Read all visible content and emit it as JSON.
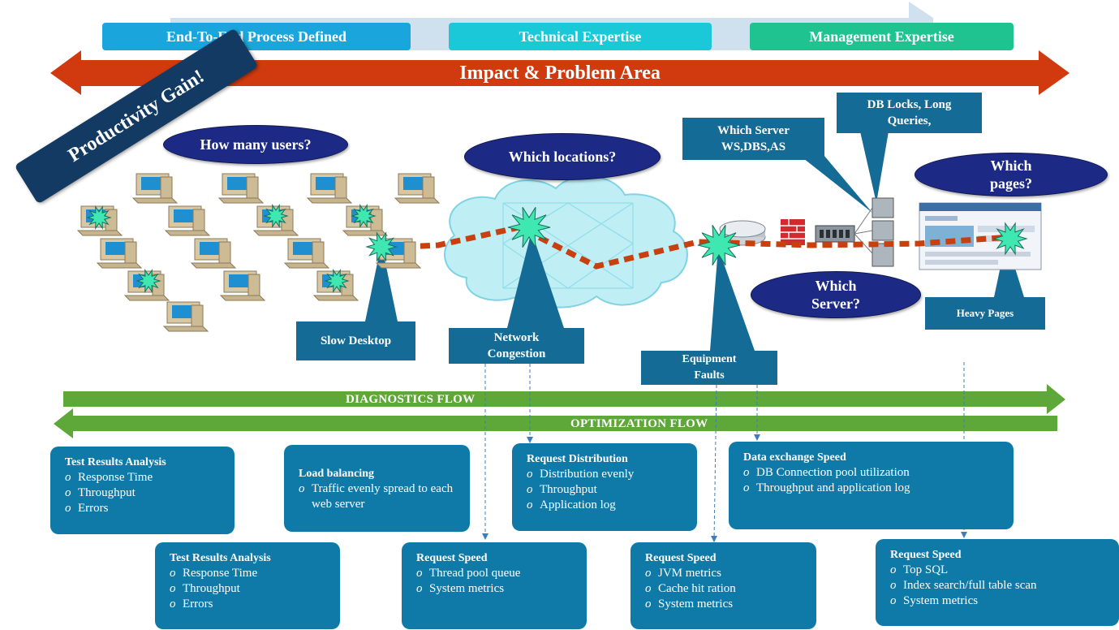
{
  "top_pills": [
    {
      "label": "End-To-End  Process Defined",
      "color": "#1aa6dc"
    },
    {
      "label": "Technical Expertise",
      "color": "#1bc8d8"
    },
    {
      "label": "Management Expertise",
      "color": "#1ec38f"
    }
  ],
  "impact_banner": "Impact & Problem Area",
  "productivity_label": "Productivity Gain!",
  "questions": {
    "users": "How many users?",
    "locations": "Which locations?",
    "pages": "Which pages?",
    "server": "Which Server?"
  },
  "callouts": {
    "slow_desktop": "Slow Desktop",
    "network_congestion": "Network Congestion",
    "equipment_faults": "Equipment Faults",
    "heavy_pages": "Heavy Pages",
    "which_server_types": "Which Server WS,DBS,AS",
    "db_locks": "DB Locks, Long Queries,"
  },
  "flows": {
    "diagnostics": "DIAGNOSTICS FLOW",
    "optimization": "OPTIMIZATION FLOW"
  },
  "cards": [
    {
      "title": "Test Results Analysis",
      "items": [
        "Response Time",
        "Throughput",
        " Errors"
      ]
    },
    {
      "title": "Load balancing",
      "items": [
        "Traffic evenly spread to each web server"
      ]
    },
    {
      "title": "Request Distribution",
      "items": [
        "Distribution evenly",
        "Throughput",
        "Application log"
      ]
    },
    {
      "title": "Data exchange Speed",
      "items": [
        "DB Connection pool utilization",
        "Throughput and application log"
      ]
    },
    {
      "title": "Test Results Analysis",
      "items": [
        "Response Time",
        "Throughput",
        " Errors"
      ]
    },
    {
      "title": "Request Speed",
      "items": [
        "Thread pool queue",
        "System metrics"
      ]
    },
    {
      "title": "Request Speed",
      "items": [
        "JVM metrics",
        "Cache hit ration",
        "System metrics"
      ]
    },
    {
      "title": "Request Speed",
      "items": [
        "Top SQL",
        "Index search/full table scan",
        "System metrics"
      ]
    }
  ],
  "colors": {
    "impact_arrow": "#d13a0f",
    "flow_arrow": "#5ea83a",
    "bubble": "#1c2a86",
    "callout": "#146b96",
    "card": "#0f7aa8",
    "productivity": "#123a63",
    "burst": "#3ee8b0",
    "path": "#c8400d"
  }
}
